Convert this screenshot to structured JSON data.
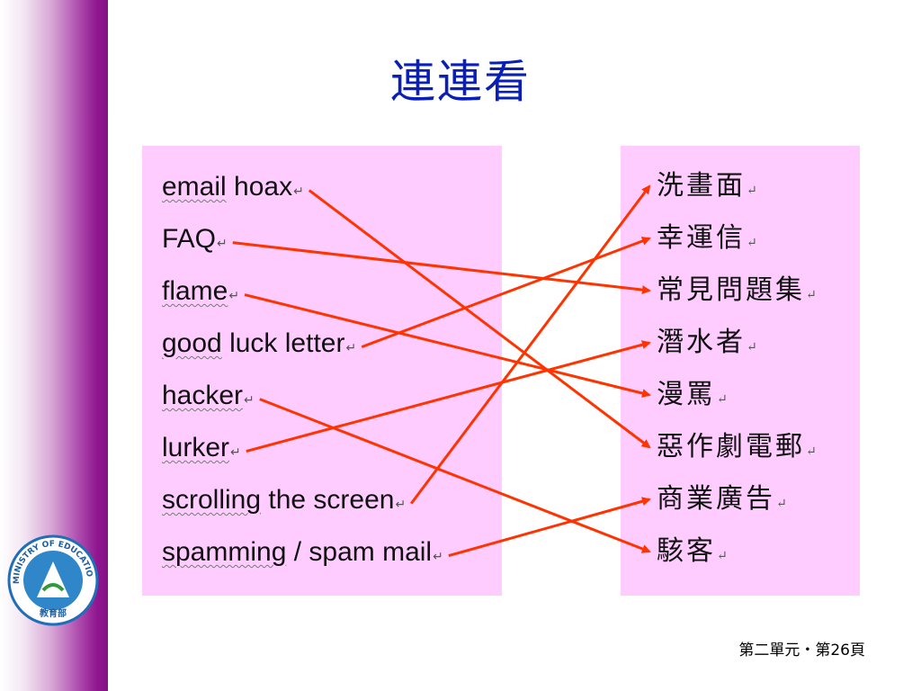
{
  "slide": {
    "title": "連連看",
    "footer": "第二單元・第26頁"
  },
  "english_terms": [
    {
      "main": "email",
      "rest": " hoax"
    },
    {
      "main": "",
      "rest": "FAQ"
    },
    {
      "main": "flame",
      "rest": ""
    },
    {
      "main": "good",
      "rest": " luck letter"
    },
    {
      "main": "hacker",
      "rest": ""
    },
    {
      "main": "lurker",
      "rest": ""
    },
    {
      "main": "scrolling",
      "rest": " the screen"
    },
    {
      "main": "spamming",
      "rest": " / spam mail"
    }
  ],
  "chinese_terms": [
    "洗畫面",
    "幸運信",
    "常見問題集",
    "潛水者",
    "漫罵",
    "惡作劇電郵",
    "商業廣告",
    "駭客"
  ],
  "matches": [
    [
      0,
      5
    ],
    [
      1,
      2
    ],
    [
      2,
      4
    ],
    [
      3,
      1
    ],
    [
      4,
      7
    ],
    [
      5,
      3
    ],
    [
      6,
      0
    ],
    [
      7,
      6
    ]
  ],
  "colors": {
    "line": "#ff3300",
    "title": "#0a1fb5",
    "panel": "#ffccff"
  },
  "logo": {
    "text": "MINISTRY OF EDUCATION",
    "inner": "教育部"
  }
}
